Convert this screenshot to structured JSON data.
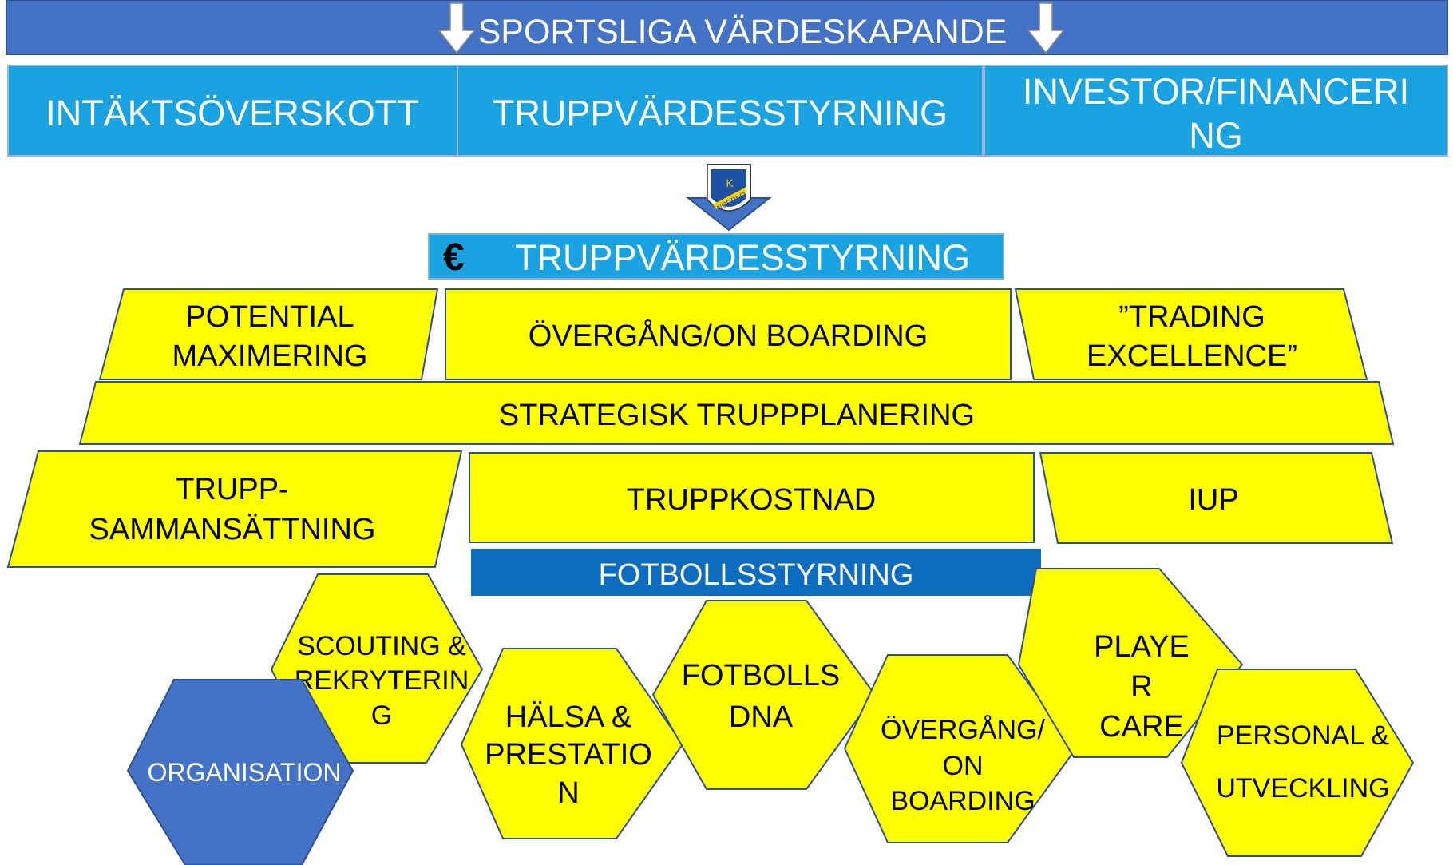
{
  "title_bar": {
    "label": "SPORTSLIGA VÄRDESKAPANDE",
    "color": "#4472c4"
  },
  "top_boxes": [
    {
      "lines": [
        "INTÄKTSÖVERSKOTT"
      ]
    },
    {
      "lines": [
        "TRUPPVÄRDESSTYRNING"
      ]
    },
    {
      "lines": [
        "INVESTOR/FINANCERI",
        "NG"
      ]
    }
  ],
  "crest": {
    "letters": "K",
    "text": "NORRKÖ"
  },
  "section_bar": {
    "euro": "€",
    "label": "TRUPPVÄRDESSTYRNING",
    "color": "#1aa3e0"
  },
  "row1": [
    {
      "lines": [
        "POTENTIAL",
        "MAXIMERING"
      ]
    },
    {
      "lines": [
        "ÖVERGÅNG/ON BOARDING"
      ]
    },
    {
      "lines": [
        "”TRADING",
        "EXCELLENCE”"
      ]
    }
  ],
  "wide_bar": {
    "label": "STRATEGISK TRUPPPLANERING"
  },
  "row2": [
    {
      "lines": [
        "TRUPP-",
        "SAMMANSÄTTNING"
      ]
    },
    {
      "lines": [
        "TRUPPKOSTNAD"
      ]
    },
    {
      "lines": [
        "IUP"
      ]
    }
  ],
  "football_bar": {
    "label": "FOTBOLLSSTYRNING",
    "color": "#0d6cc0"
  },
  "hexagons": [
    {
      "id": "organisation",
      "lines": [
        "ORGANISATION"
      ]
    },
    {
      "id": "scouting",
      "lines": [
        "SCOUTING &",
        "REKRYTERIN",
        "G"
      ]
    },
    {
      "id": "halsa",
      "lines": [
        "HÄLSA &",
        "PRESTATIO",
        "N"
      ]
    },
    {
      "id": "fotbolls-dna",
      "lines": [
        "FOTBOLLS",
        "DNA"
      ]
    },
    {
      "id": "overgang",
      "lines": [
        "ÖVERGÅNG/",
        "ON",
        "BOARDING"
      ]
    },
    {
      "id": "player-care",
      "lines": [
        "PLAYE",
        "R",
        "CARE"
      ]
    },
    {
      "id": "personal",
      "lines": [
        "PERSONAL &",
        "UTVECKLING"
      ]
    }
  ],
  "colors": {
    "yellow": "#ffff00",
    "light_blue": "#1aa3e0",
    "dark_blue": "#4472c4",
    "outline": "#2f4f8f"
  }
}
